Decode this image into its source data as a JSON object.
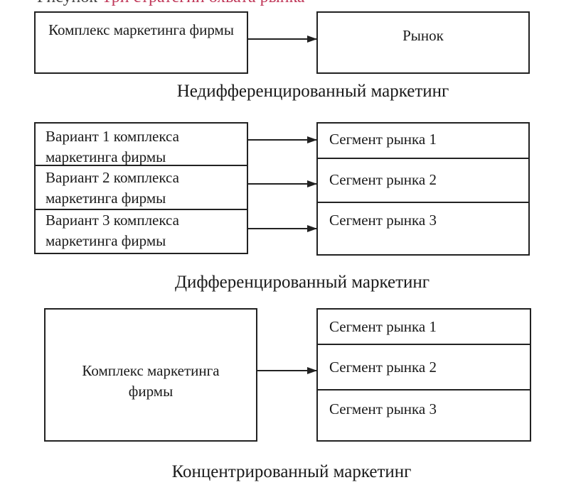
{
  "header": {
    "prefix": "Рисунок",
    "accent": "Три стратегии охвата рынка"
  },
  "section1": {
    "left": "Комплекс маркетинга фирмы",
    "right": "Рынок",
    "caption": "Недифференцированный маркетинг"
  },
  "section2": {
    "variants": [
      "Вариант 1 комплекса маркетинга фирмы",
      "Вариант 2 комплекса маркетинга фирмы",
      "Вариант 3 комплекса маркетинга фирмы"
    ],
    "segments": [
      "Сегмент рынка 1",
      "Сегмент рынка 2",
      "Сегмент рынка 3"
    ],
    "caption": "Дифференцированный маркетинг"
  },
  "section3": {
    "left": "Комплекс маркетинга фирмы",
    "segments": [
      "Сегмент рынка 1",
      "Сегмент рынка 2",
      "Сегмент рынка 3"
    ],
    "caption": "Концентрированный маркетинг"
  }
}
